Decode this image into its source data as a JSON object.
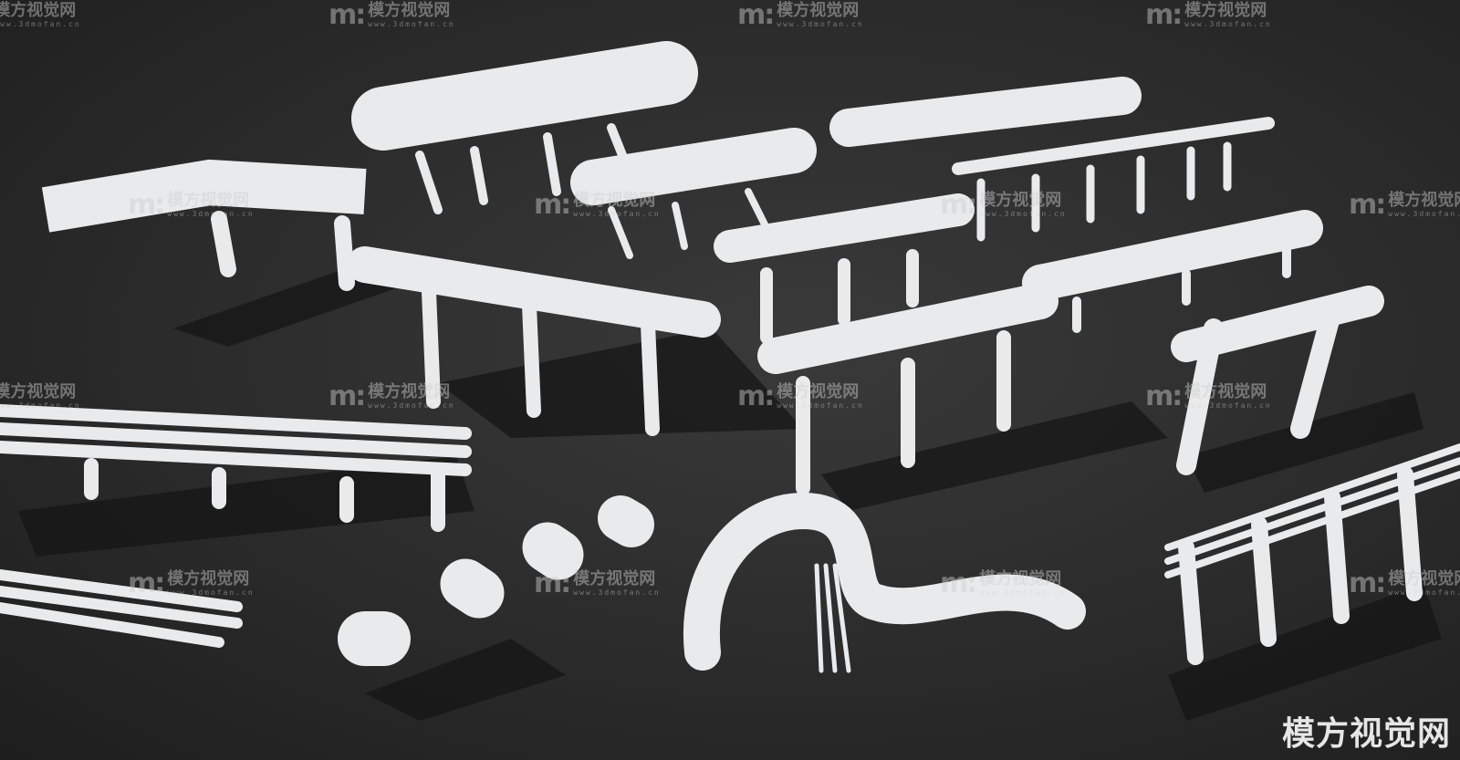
{
  "watermark": {
    "logo": "m:",
    "brand": "模方视觉网",
    "url": "www.3dmofan.cn"
  },
  "corner_brand": "模方视觉网",
  "colors": {
    "background": "#2b2b2b",
    "model": "#e8eaec",
    "shadow": "#151515"
  }
}
